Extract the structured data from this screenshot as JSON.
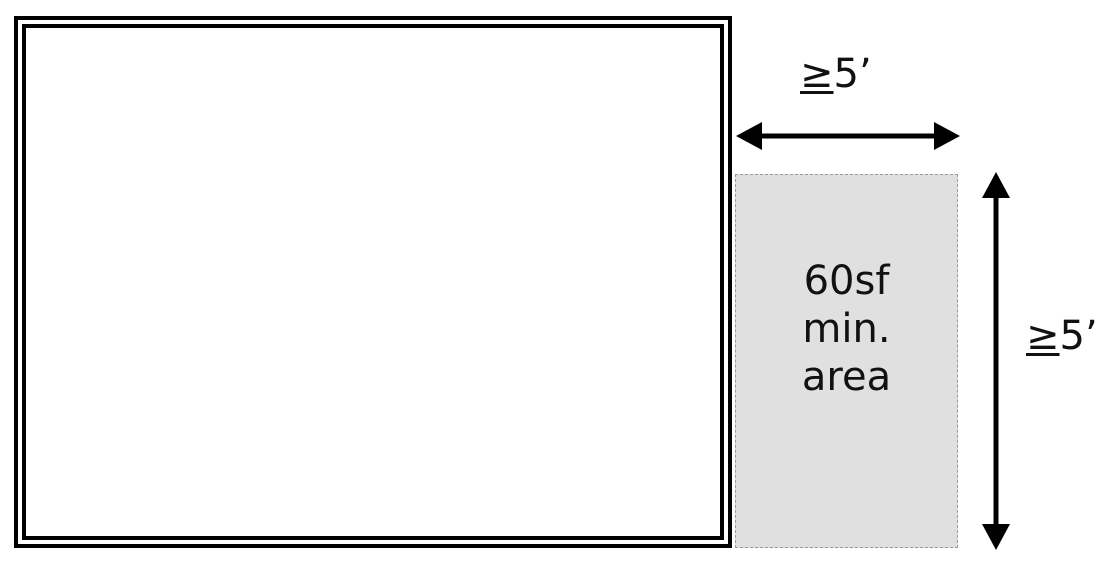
{
  "diagram": {
    "width_dimension": {
      "symbol": "≥",
      "value": "5’"
    },
    "depth_dimension": {
      "symbol": "≥",
      "value": "5’"
    },
    "area_label_lines": [
      "60sf",
      "min.",
      "area"
    ],
    "colors": {
      "line": "#000000",
      "area_fill": "#e0e0e0",
      "area_border": "#9a9a9a"
    }
  }
}
